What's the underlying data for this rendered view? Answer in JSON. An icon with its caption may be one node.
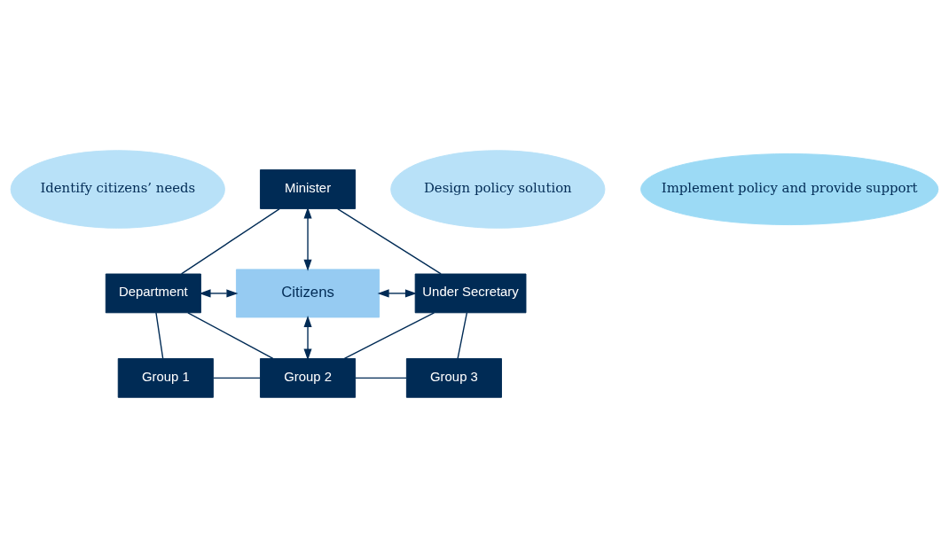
{
  "diagram": {
    "nodes": [
      {
        "text": [
          "Identify citizens’ needs"
        ]
      },
      {
        "text": [
          "Design policy solution"
        ]
      },
      {
        "text": [
          "Implement policy and provide support"
        ]
      },
      {
        "text": [
          "Minister"
        ]
      },
      {
        "text": [
          "Department"
        ]
      },
      {
        "text": [
          "Citizens"
        ]
      },
      {
        "text": [
          "Under Secretary"
        ]
      },
      {
        "text": [
          "Group 1"
        ]
      },
      {
        "text": [
          "Group 2"
        ]
      },
      {
        "text": [
          "Group 3"
        ]
      }
    ],
    "edges": [
      {
        "from": 3,
        "to": 5,
        "arrow": "both"
      },
      {
        "from": 4,
        "to": 5,
        "arrow": "both"
      },
      {
        "from": 5,
        "to": 6,
        "arrow": "both"
      },
      {
        "from": 5,
        "to": 8,
        "arrow": "both"
      },
      {
        "from": 3,
        "to": 4,
        "arrow": "none"
      },
      {
        "from": 3,
        "to": 6,
        "arrow": "none"
      },
      {
        "from": 4,
        "to": 7,
        "arrow": "none"
      },
      {
        "from": 6,
        "to": 9,
        "arrow": "none"
      },
      {
        "from": 8,
        "to": 4,
        "arrow": "none"
      },
      {
        "from": 8,
        "to": 6,
        "arrow": "none"
      },
      {
        "from": 7,
        "to": 8,
        "arrow": "none"
      },
      {
        "from": 8,
        "to": 9,
        "arrow": "none"
      }
    ]
  }
}
